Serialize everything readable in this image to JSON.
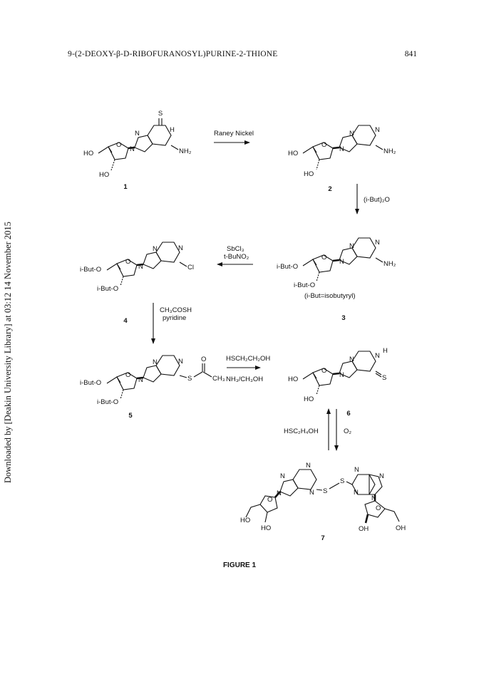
{
  "header": {
    "running_title": "9-(2-DEOXY-β-D-RIBOFURANOSYL)PURINE-2-THIONE",
    "page_number": "841"
  },
  "side_note": "Downloaded by [Deakin University Library] at 03:12 14 November 2015",
  "figure": {
    "caption": "FIGURE 1",
    "compounds": {
      "c1": {
        "number": "1",
        "S": "S",
        "H": "H",
        "N": "N",
        "NH2": "NH₂",
        "O": "O",
        "HO_a": "HO",
        "HO_b": "HO"
      },
      "c2": {
        "number": "2",
        "N": "N",
        "NH2": "NH₂",
        "O": "O",
        "HO_a": "HO",
        "HO_b": "HO"
      },
      "c3": {
        "number": "3",
        "N": "N",
        "NH2": "NH₂",
        "O": "O",
        "IBO_a": "i-But-O",
        "IBO_b": "i-But-O",
        "note": "(i-But=isobutyryl)"
      },
      "c4": {
        "number": "4",
        "N": "N",
        "Cl": "Cl",
        "O": "O",
        "IBO_a": "i-But-O",
        "IBO_b": "i-But-O"
      },
      "c5": {
        "number": "5",
        "N": "N",
        "S": "S",
        "O_carbonyl": "O",
        "CH3": "CH₃",
        "O": "O",
        "IBO_a": "i-But-O",
        "IBO_b": "i-But-O"
      },
      "c6": {
        "number": "6",
        "N": "N",
        "H": "H",
        "S": "S",
        "O": "O",
        "HO_a": "HO",
        "HO_b": "HO"
      },
      "c7": {
        "number": "7",
        "N": "N",
        "S": "S",
        "O": "O",
        "HO": "HO",
        "OH": "OH"
      }
    },
    "reagents": {
      "r12": "Raney Nickel",
      "r23": "(i-But)₂O",
      "r34_a": "SbCl₃",
      "r34_b": "t-BuNO₂",
      "r45_a": "CH₃COSH",
      "r45_b": "pyridine",
      "r56_a": "HSCH₂CH₂OH",
      "r56_b": "NH₃/CH₃OH",
      "r76": "HSC₂H₄OH",
      "r67": "O₂"
    }
  }
}
